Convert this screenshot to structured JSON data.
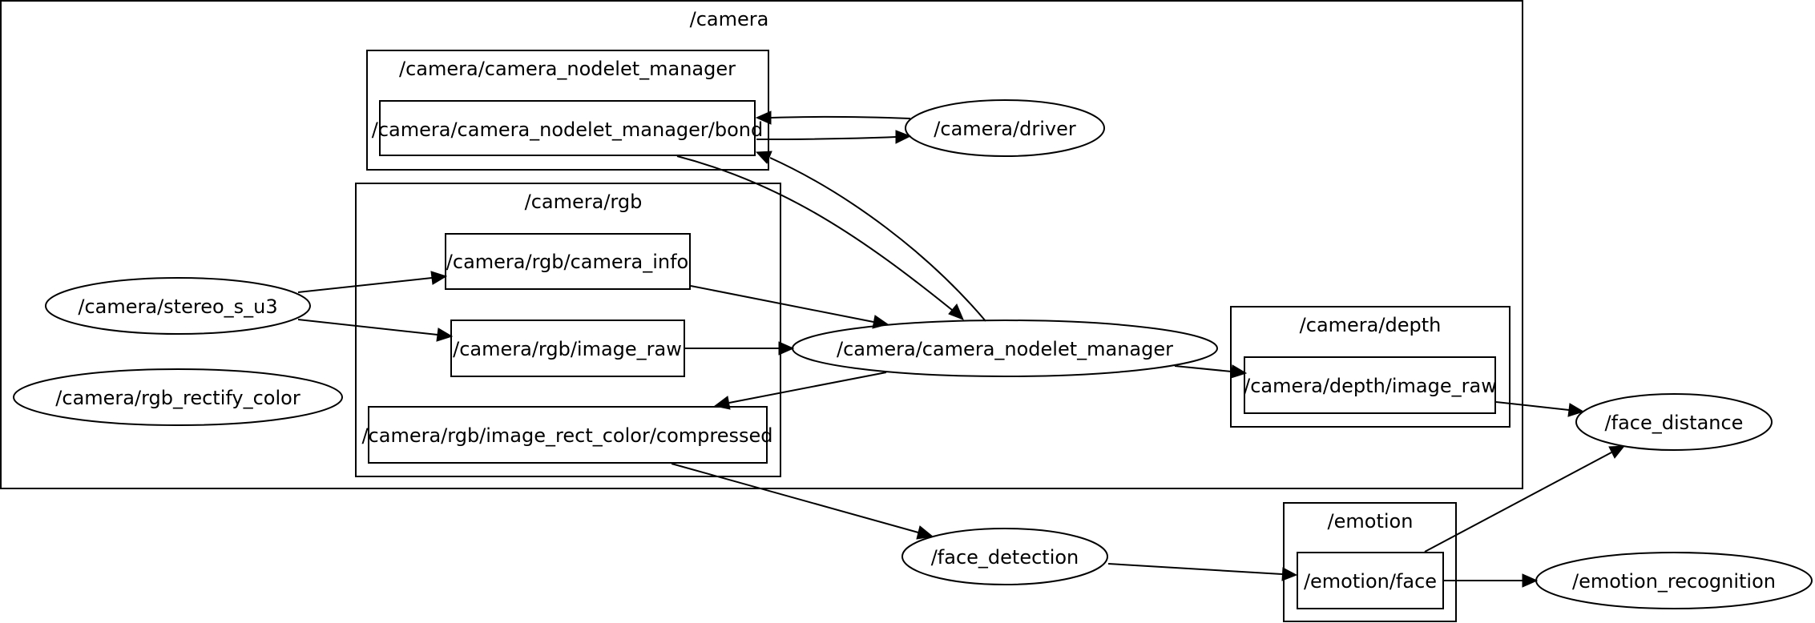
{
  "clusters": {
    "camera": "/camera",
    "nodelet_manager": "/camera/camera_nodelet_manager",
    "rgb": "/camera/rgb",
    "depth": "/camera/depth",
    "emotion": "/emotion"
  },
  "nodes": {
    "driver": "/camera/driver",
    "stereo": "/camera/stereo_s_u3",
    "rectify": "/camera/rgb_rectify_color",
    "nodelet_manager": "/camera/camera_nodelet_manager",
    "face_distance": "/face_distance",
    "face_detection": "/face_detection",
    "emotion_recognition": "/emotion_recognition"
  },
  "topics": {
    "bond": "/camera/camera_nodelet_manager/bond",
    "camera_info": "/camera/rgb/camera_info",
    "image_raw": "/camera/rgb/image_raw",
    "image_rect": "/camera/rgb/image_rect_color/compressed",
    "depth_raw": "/camera/depth/image_raw",
    "emotion_face": "/emotion/face"
  }
}
